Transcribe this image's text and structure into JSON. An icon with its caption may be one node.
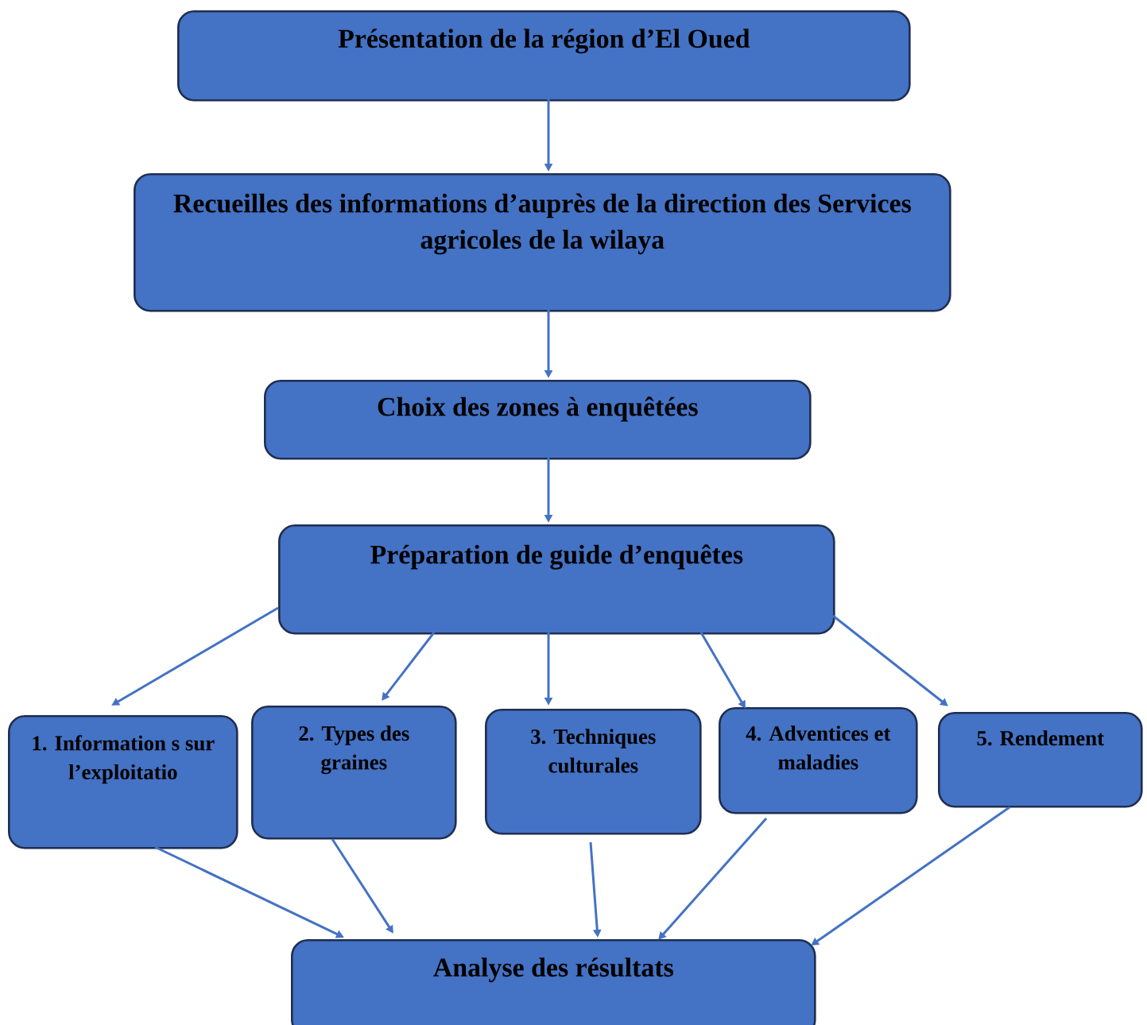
{
  "diagram": {
    "nodes": [
      {
        "text": [
          "Présentation de la région d’El Oued"
        ]
      },
      {
        "text": [
          "Recueilles des informations d’auprès de la direction des Services agricoles de la wilaya"
        ]
      },
      {
        "text": [
          "Choix des zones à enquêtées"
        ]
      },
      {
        "text": [
          "Préparation de guide d’enquêtes"
        ]
      },
      {
        "text": [
          "1. Information s sur l’exploitatio"
        ]
      },
      {
        "text": [
          "2. Types des graines"
        ]
      },
      {
        "text": [
          "3. Techniques culturales"
        ]
      },
      {
        "text": [
          "4. Adventices et maladies"
        ]
      },
      {
        "text": [
          "5. Rendement"
        ]
      },
      {
        "text": [
          "Analyse des résultats"
        ]
      }
    ],
    "edges": [
      {
        "from": 0,
        "to": 1,
        "arrow": "to"
      },
      {
        "from": 1,
        "to": 2,
        "arrow": "to"
      },
      {
        "from": 2,
        "to": 3,
        "arrow": "to"
      },
      {
        "from": 3,
        "to": 4,
        "arrow": "to"
      },
      {
        "from": 3,
        "to": 5,
        "arrow": "to"
      },
      {
        "from": 3,
        "to": 6,
        "arrow": "to"
      },
      {
        "from": 3,
        "to": 7,
        "arrow": "to"
      },
      {
        "from": 3,
        "to": 8,
        "arrow": "to"
      },
      {
        "from": 4,
        "to": 9,
        "arrow": "to"
      },
      {
        "from": 5,
        "to": 9,
        "arrow": "to"
      },
      {
        "from": 6,
        "to": 9,
        "arrow": "to"
      },
      {
        "from": 7,
        "to": 9,
        "arrow": "to"
      },
      {
        "from": 8,
        "to": 9,
        "arrow": "to"
      }
    ]
  }
}
